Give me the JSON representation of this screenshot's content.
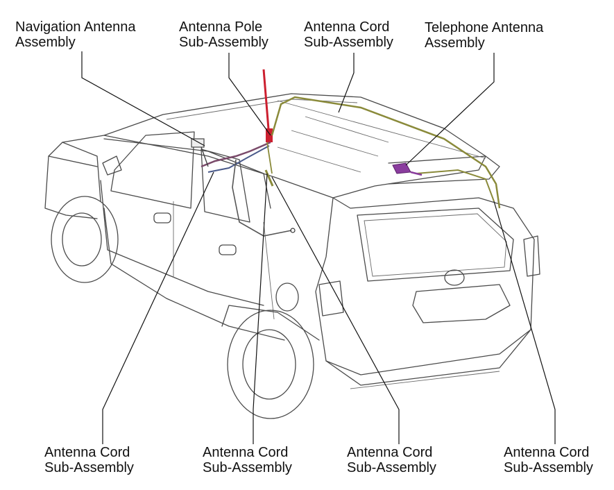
{
  "labels": {
    "navigation_antenna": [
      "Navigation Antenna",
      "Assembly"
    ],
    "antenna_pole": [
      "Antenna Pole",
      "Sub-Assembly"
    ],
    "cord_top": [
      "Antenna Cord",
      "Sub-Assembly"
    ],
    "telephone_antenna": [
      "Telephone Antenna",
      "Assembly"
    ],
    "cord_bottom_1": [
      "Antenna Cord",
      "Sub-Assembly"
    ],
    "cord_bottom_2": [
      "Antenna Cord",
      "Sub-Assembly"
    ],
    "cord_bottom_3": [
      "Antenna Cord",
      "Sub-Assembly"
    ],
    "cord_bottom_4": [
      "Antenna Cord",
      "Sub-Assembly"
    ]
  },
  "colors": {
    "pole": "#cc1f2f",
    "telephone_antenna": "#8a3d9e",
    "roof_cord": "#8a8a3a",
    "front_cord": "#7a4a6a",
    "blue_cord": "#4a5a8a"
  }
}
